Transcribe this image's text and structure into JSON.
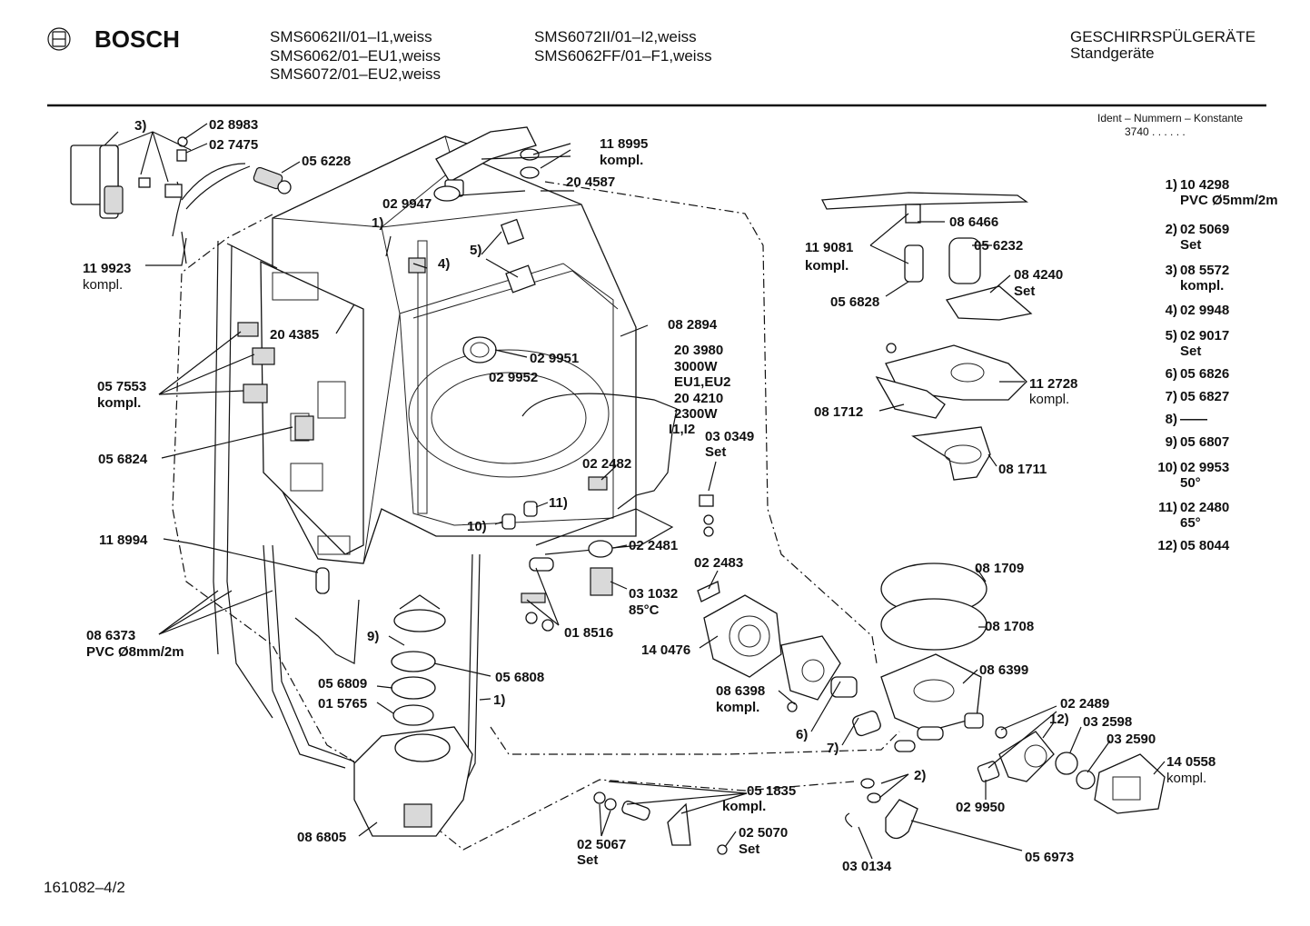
{
  "header": {
    "brand": "BOSCH",
    "models_col1": [
      "SMS6062II/01–I1,weiss",
      "SMS6062/01–EU1,weiss",
      "SMS6072/01–EU2,weiss"
    ],
    "models_col2": [
      "SMS6072II/01–I2,weiss",
      "SMS6062FF/01–F1,weiss"
    ],
    "category": "GESCHIRRSPÜLGERÄTE",
    "subcategory": "Standgeräte"
  },
  "ident": {
    "title": "Ident – Nummern – Konstante",
    "value": "3740 . . . . . ."
  },
  "legend": [
    {
      "num": "1)",
      "lines": [
        "10 4298",
        "PVC Ø5mm/2m"
      ]
    },
    {
      "num": "2)",
      "lines": [
        "02 5069",
        "Set"
      ]
    },
    {
      "num": "3)",
      "lines": [
        "08 5572",
        "kompl."
      ]
    },
    {
      "num": "4)",
      "lines": [
        "02 9948"
      ]
    },
    {
      "num": "5)",
      "lines": [
        "02 9017",
        "Set"
      ]
    },
    {
      "num": "6)",
      "lines": [
        "05 6826"
      ]
    },
    {
      "num": "7)",
      "lines": [
        "05 6827"
      ]
    },
    {
      "num": "8)",
      "lines": [
        "——"
      ]
    },
    {
      "num": "9)",
      "lines": [
        "05 6807"
      ]
    },
    {
      "num": "10)",
      "lines": [
        "02 9953",
        "50°"
      ]
    },
    {
      "num": "11)",
      "lines": [
        "02 2480",
        "65°"
      ]
    },
    {
      "num": "12)",
      "lines": [
        "05 8044"
      ]
    }
  ],
  "labels": {
    "l3": "3)",
    "p028983": "02 8983",
    "p027475": "02 7475",
    "p056228": "05 6228",
    "p118995": "11 8995",
    "p118995k": "kompl.",
    "p029947": "02 9947",
    "p204587": "20 4587",
    "l1a": "1)",
    "l4": "4)",
    "l5": "5)",
    "p119923": "11 9923",
    "p119923k": "kompl.",
    "p204385": "20 4385",
    "p082894": "08 2894",
    "p203980": "20 3980",
    "w3000": "3000W",
    "eu": "EU1,EU2",
    "p204210": "20 4210",
    "w2300": "2300W",
    "ii": "I1,I2",
    "p029951": "02 9951",
    "p029952": "02 9952",
    "p057553": "05 7553",
    "p057553k": "kompl.",
    "p056824": "05 6824",
    "p030349": "03 0349",
    "p030349s": "Set",
    "p022482": "02 2482",
    "l11": "11)",
    "l10": "10)",
    "p118994": "11 8994",
    "p022481": "02 2481",
    "p022483": "02 2483",
    "p031032": "03 1032",
    "c85": "85°C",
    "p018516": "01 8516",
    "p086373": "08 6373",
    "p086373s": "PVC Ø8mm/2m",
    "l9": "9)",
    "p056808": "05 6808",
    "p056809": "05 6809",
    "p015765": "01 5765",
    "l1b": "1)",
    "p140476": "14 0476",
    "p086398": "08 6398",
    "p086398k": "kompl.",
    "l6": "6)",
    "l7": "7)",
    "p081709": "08 1709",
    "p081708": "08 1708",
    "p086399": "08 6399",
    "p022489": "02 2489",
    "l12": "12)",
    "p032598": "03 2598",
    "p032590": "03 2590",
    "p140558": "14 0558",
    "p140558k": "kompl.",
    "l2": "2)",
    "p029950": "02 9950",
    "p056973": "05 6973",
    "p030134": "03 0134",
    "p051835": "05 1835",
    "p051835k": "kompl.",
    "p025067": "02 5067",
    "p025067s": "Set",
    "p025070": "02 5070",
    "p025070s": "Set",
    "p086805": "08 6805",
    "p086466": "08 6466",
    "p119081": "11 9081",
    "p119081k": "kompl.",
    "p056232": "05 6232",
    "p084240": "08 4240",
    "p084240s": "Set",
    "p056828": "05 6828",
    "p112728": "11 2728",
    "p112728k": "kompl.",
    "p081712": "08 1712",
    "p081711": "08 1711"
  },
  "footer": {
    "code": "161082–4/2"
  }
}
